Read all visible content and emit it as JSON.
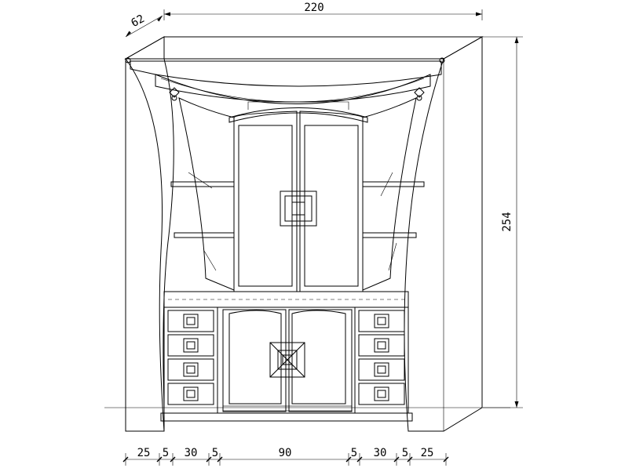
{
  "dimensions": {
    "top_width": "220",
    "depth": "62",
    "height": "254",
    "bottom_segments": [
      "25",
      "5",
      "30",
      "5",
      "90",
      "5",
      "30",
      "5",
      "25"
    ]
  },
  "colors": {
    "line": "#000000",
    "background": "#ffffff"
  },
  "drawing": {
    "drawer_rows_per_side": 4,
    "glass_door_panels": 2,
    "lower_door_panels": 2,
    "shelves_per_side": 2
  }
}
